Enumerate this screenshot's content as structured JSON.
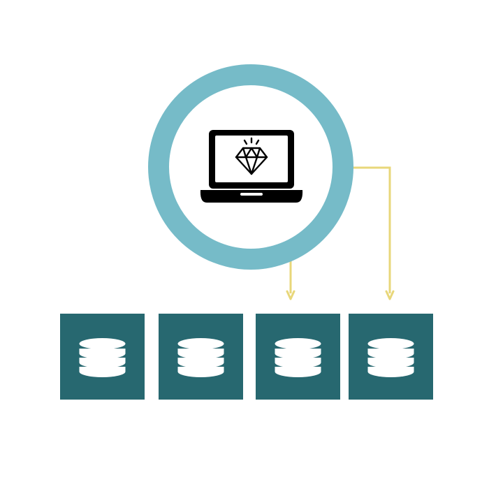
{
  "colors": {
    "background": "#ffffff",
    "ring": "#76bbc8",
    "ring_inner": "#ffffff",
    "connector": "#e8d77a",
    "database_tile": "#276870",
    "database_icon": "#ffffff",
    "laptop": "#000000",
    "laptop_screen": "#ffffff"
  },
  "hub": {
    "icon": "laptop-with-diamond-icon"
  },
  "connections": [
    {
      "from": "hub",
      "to": "database-3"
    },
    {
      "from": "hub",
      "to": "database-4"
    }
  ],
  "databases": [
    {
      "id": "database-1",
      "icon": "database-icon"
    },
    {
      "id": "database-2",
      "icon": "database-icon"
    },
    {
      "id": "database-3",
      "icon": "database-icon"
    },
    {
      "id": "database-4",
      "icon": "database-icon"
    }
  ]
}
